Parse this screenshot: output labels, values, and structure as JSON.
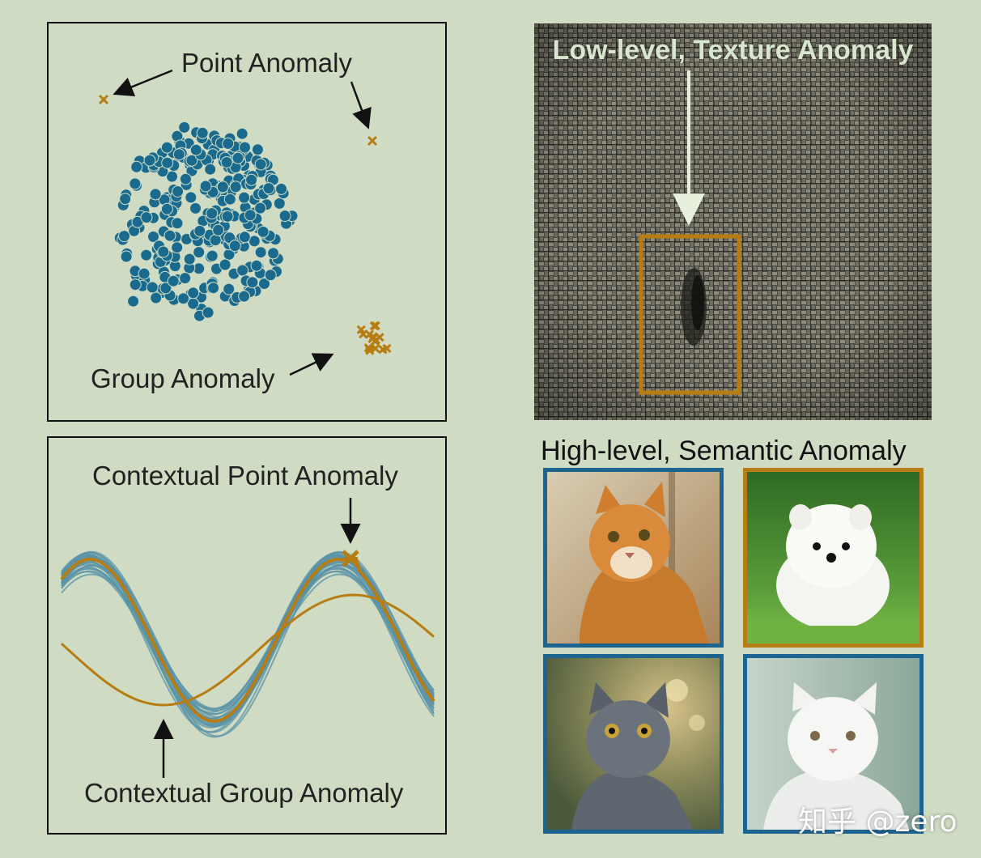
{
  "colors": {
    "normal": "#1a6a8e",
    "anomaly": "#b87d12",
    "background": "#cfdcc3",
    "frame": "#111111"
  },
  "scatter_panel": {
    "point_anomaly_label": "Point Anomaly",
    "group_anomaly_label": "Group Anomaly"
  },
  "series_panel": {
    "contextual_point_label": "Contextual Point Anomaly",
    "contextual_group_label": "Contextual Group Anomaly"
  },
  "texture_panel": {
    "title": "Low-level, Texture Anomaly"
  },
  "semantic_panel": {
    "title": "High-level, Semantic Anomaly",
    "tiles": [
      {
        "subject": "orange tabby cat",
        "is_anomaly": false
      },
      {
        "subject": "white pomeranian dog",
        "is_anomaly": true
      },
      {
        "subject": "gray british shorthair cat",
        "is_anomaly": false
      },
      {
        "subject": "white persian cat",
        "is_anomaly": false
      }
    ]
  },
  "watermark": "知乎 @zero"
}
